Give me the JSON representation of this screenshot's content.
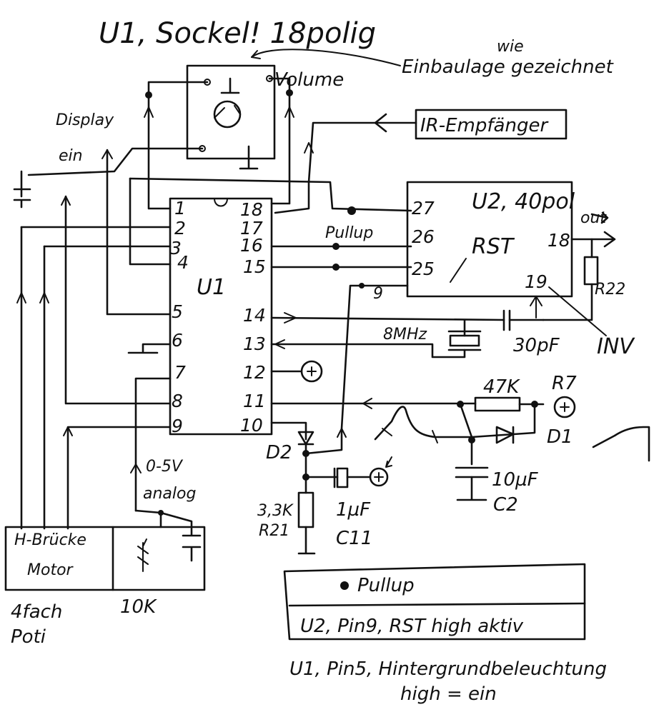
{
  "title": "U1, Sockel! 18polig",
  "einbaulage_note": "Einbaulage gezeichnet",
  "einbaulage_insert": "wie",
  "volume_label": "Volume",
  "display_label_1": "Display",
  "display_label_2": "ein",
  "ir_label": "IR-Empfänger",
  "u1": {
    "name": "U1",
    "pins_left": [
      "1",
      "2",
      "3",
      "4",
      "5",
      "6",
      "7",
      "8",
      "9"
    ],
    "pins_right": [
      "18",
      "17",
      "16",
      "15",
      "14",
      "13",
      "12",
      "11",
      "10"
    ]
  },
  "u2": {
    "name": "U2, 40pol",
    "pin27": "27",
    "pin26": "26",
    "pin25": "25",
    "rst": "RST",
    "pin18": "18",
    "pin19": "19",
    "pin9": "9"
  },
  "out_label": "out",
  "pullup_small": "Pullup",
  "r22_label": "R22",
  "inv_label": "INV",
  "xtal_label": "8MHz",
  "cap30_label": "30pF",
  "r47_label": "47K",
  "r7_label": "R7",
  "d1_label": "D1",
  "cap10_label_1": "10µF",
  "cap10_label_2": "C2",
  "d2_label": "D2",
  "r21_label_1": "3,3K",
  "r21_label_2": "R21",
  "c11_label_1": "1µF",
  "c11_label_2": "C11",
  "analog_label_1": "0-5V",
  "analog_label_2": "analog",
  "hbridge_label_1": "H-Brücke",
  "hbridge_label_2": "Motor",
  "poti_label_1": "4fach",
  "poti_label_2": "Poti",
  "pot10k_label": "10K",
  "legend_pullup": "Pullup",
  "legend_rst": "U2, Pin9, RST high aktiv",
  "bottom_note_1": "U1, Pin5, Hintergrundbeleuchtung",
  "bottom_note_2": "high = ein"
}
